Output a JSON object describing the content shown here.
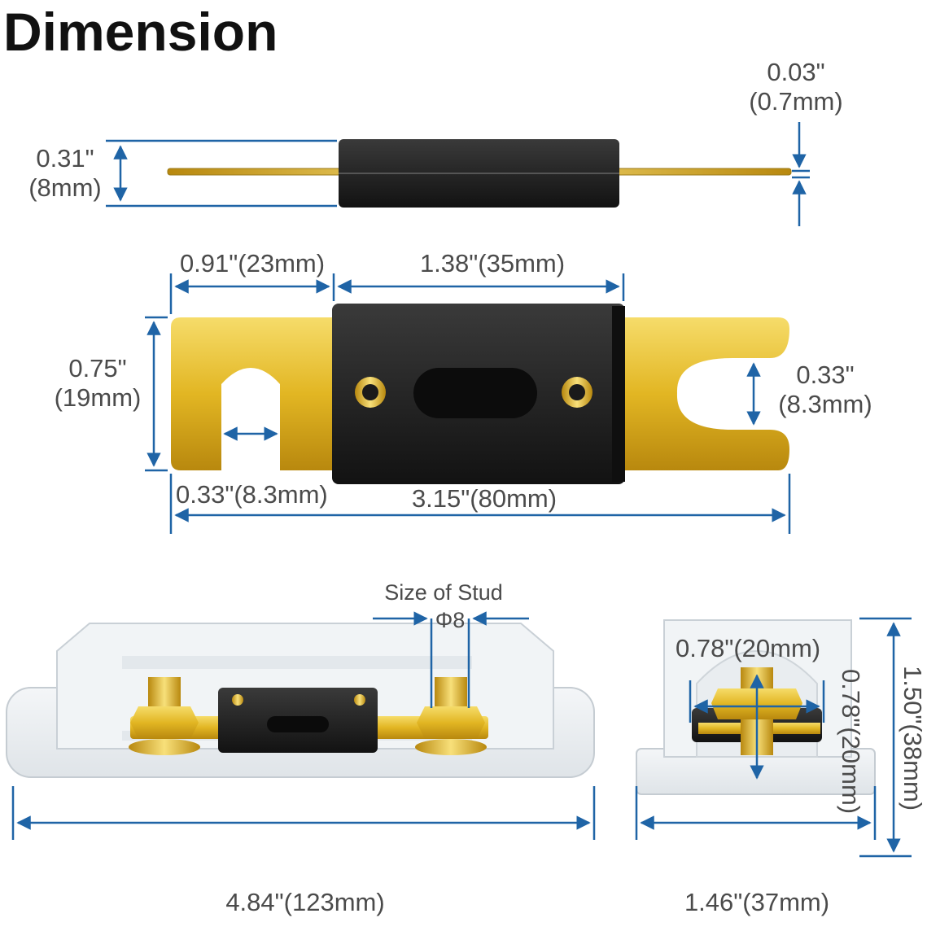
{
  "title": "Dimension",
  "colors": {
    "dimension_line": "#1f64a6",
    "label_text": "#4b4b4b",
    "gold": "#e2b623",
    "black_body": "#1d1d1d",
    "clear_plastic": "#e8ecef"
  },
  "side_view": {
    "thickness_in": "0.31\"",
    "thickness_mm": "(8mm)",
    "blade_in": "0.03\"",
    "blade_mm": "(0.7mm)"
  },
  "top_view": {
    "blade_length": "0.91\"(23mm)",
    "body_length": "1.38\"(35mm)",
    "width_in": "0.75\"",
    "width_mm": "(19mm)",
    "slot_in": "0.33\"",
    "slot_mm": "(8.3mm)",
    "slot_width": "0.33\"(8.3mm)",
    "total_length": "3.15\"(80mm)"
  },
  "holder_front": {
    "stud_label": "Size of Stud",
    "stud_size": "Φ8",
    "length": "4.84\"(123mm)"
  },
  "holder_side": {
    "stud_spacing": "0.78\"(20mm)",
    "stud_height": "0.78\"(20mm)",
    "height": "1.50\"(38mm)",
    "width": "1.46\"(37mm)"
  }
}
